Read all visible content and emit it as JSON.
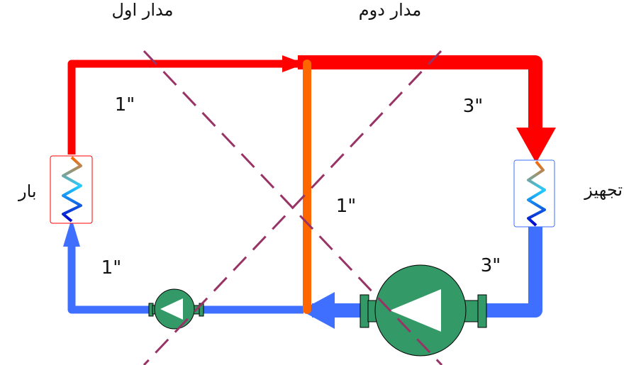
{
  "labels": {
    "primary_circuit": "مدار اول",
    "secondary_circuit": "مدار دوم",
    "load": "بار",
    "equipment": "تجهیز"
  },
  "pipe_sizes": {
    "primary_supply": "1\"",
    "primary_return": "1\"",
    "bridge": "1\"",
    "secondary_supply": "3\"",
    "secondary_return": "3\""
  },
  "colors": {
    "supply": "#ff0000",
    "return": "#3f6fff",
    "bridge": "#ff6600",
    "pump": "#339966",
    "cross_lines": "#993366"
  }
}
